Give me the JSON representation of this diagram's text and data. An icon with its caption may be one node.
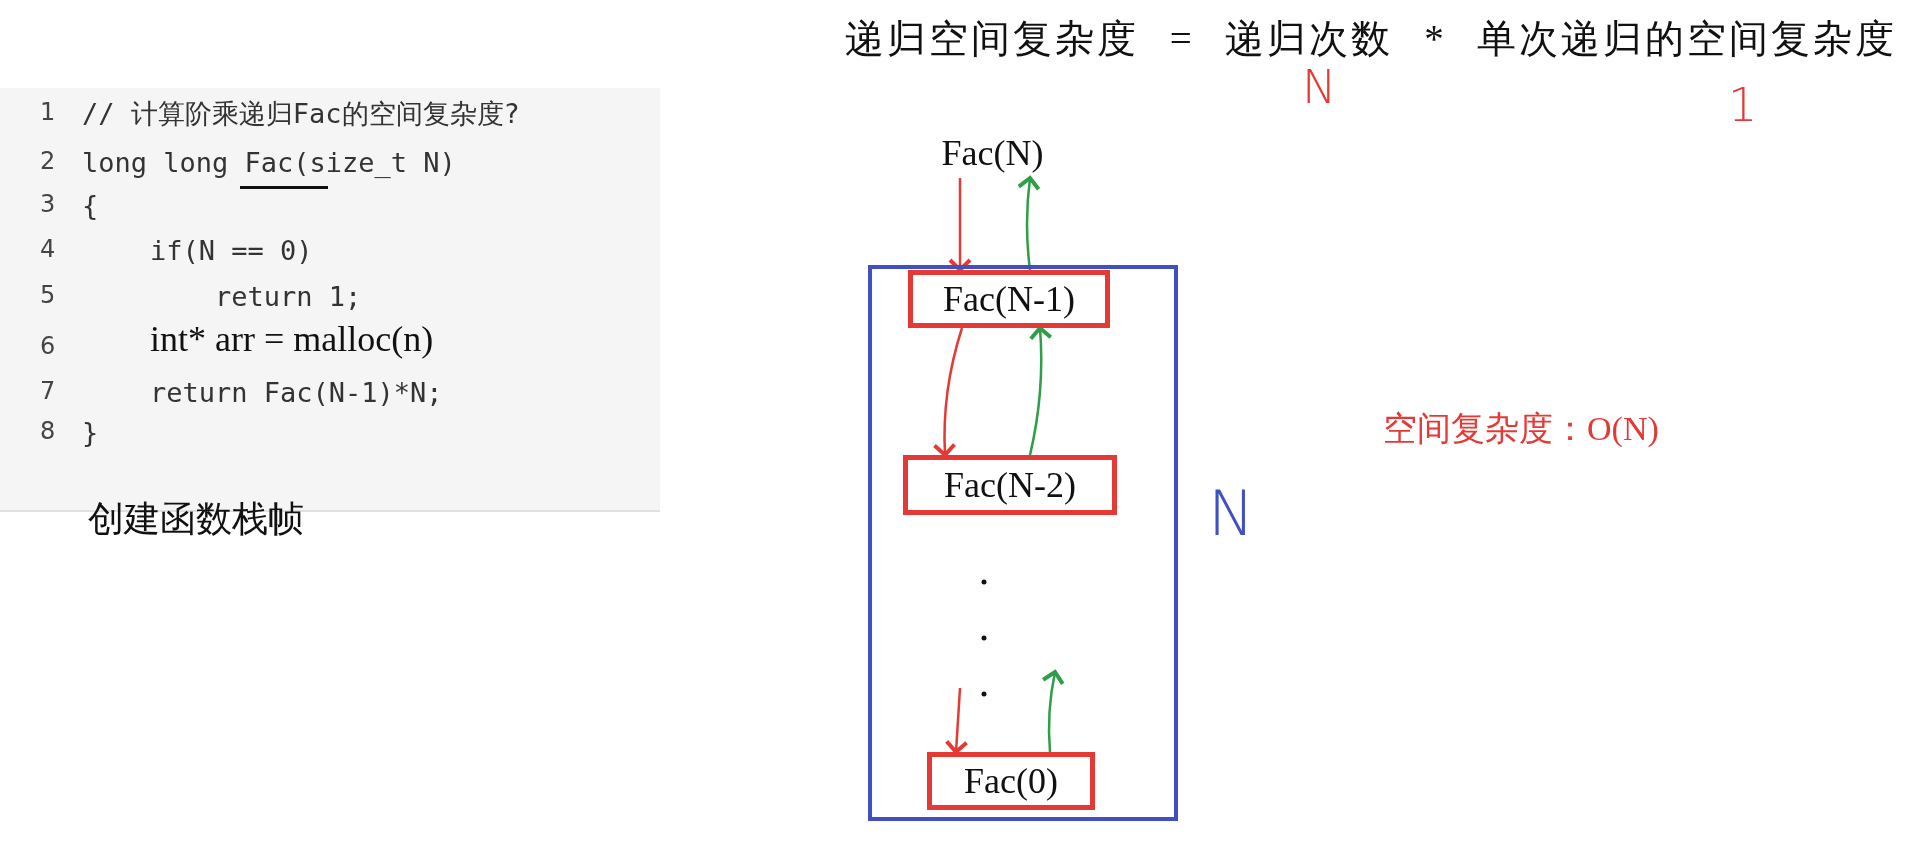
{
  "diagram": {
    "nodes": [
      {
        "text": [
          "Fac(N)"
        ]
      },
      {
        "text": [],
        "shape": "box"
      },
      {
        "text": [
          "Fac(N-1)"
        ],
        "in": 1
      },
      {
        "text": [
          "Fac(N-2)"
        ],
        "in": 1
      },
      {
        "text": [
          "Fac(0)"
        ],
        "in": 1
      }
    ],
    "edges": [
      {
        "from": 0,
        "to": 2,
        "arrow": "to",
        "color": "#e53935"
      },
      {
        "from": 2,
        "to": 0,
        "arrow": "to",
        "color": "#2e9e48"
      },
      {
        "from": 2,
        "to": 3,
        "arrow": "to",
        "color": "#e53935"
      },
      {
        "from": 3,
        "to": 2,
        "arrow": "to",
        "color": "#2e9e48"
      },
      {
        "from": null,
        "to": 4,
        "arrow": "to",
        "color": "#e53935"
      },
      {
        "from": 4,
        "to": null,
        "arrow": "to",
        "color": "#2e9e48"
      }
    ],
    "labels": [
      "递归空间复杂度 = 递归次数 * 单次递归的空间复杂度",
      "N",
      "1",
      "1",
      "// 计算阶乘递归Fac的空间复杂度?",
      "2",
      "long long Fac(size_t N)",
      "3",
      "{",
      "4",
      "if(N == 0)",
      "5",
      "return 1;",
      "6",
      "int* arr = malloc(n)",
      "7",
      "return Fac(N-1)*N;",
      "8",
      "}",
      "创建函数栈帧",
      "N",
      "空间复杂度：O(N)"
    ]
  }
}
